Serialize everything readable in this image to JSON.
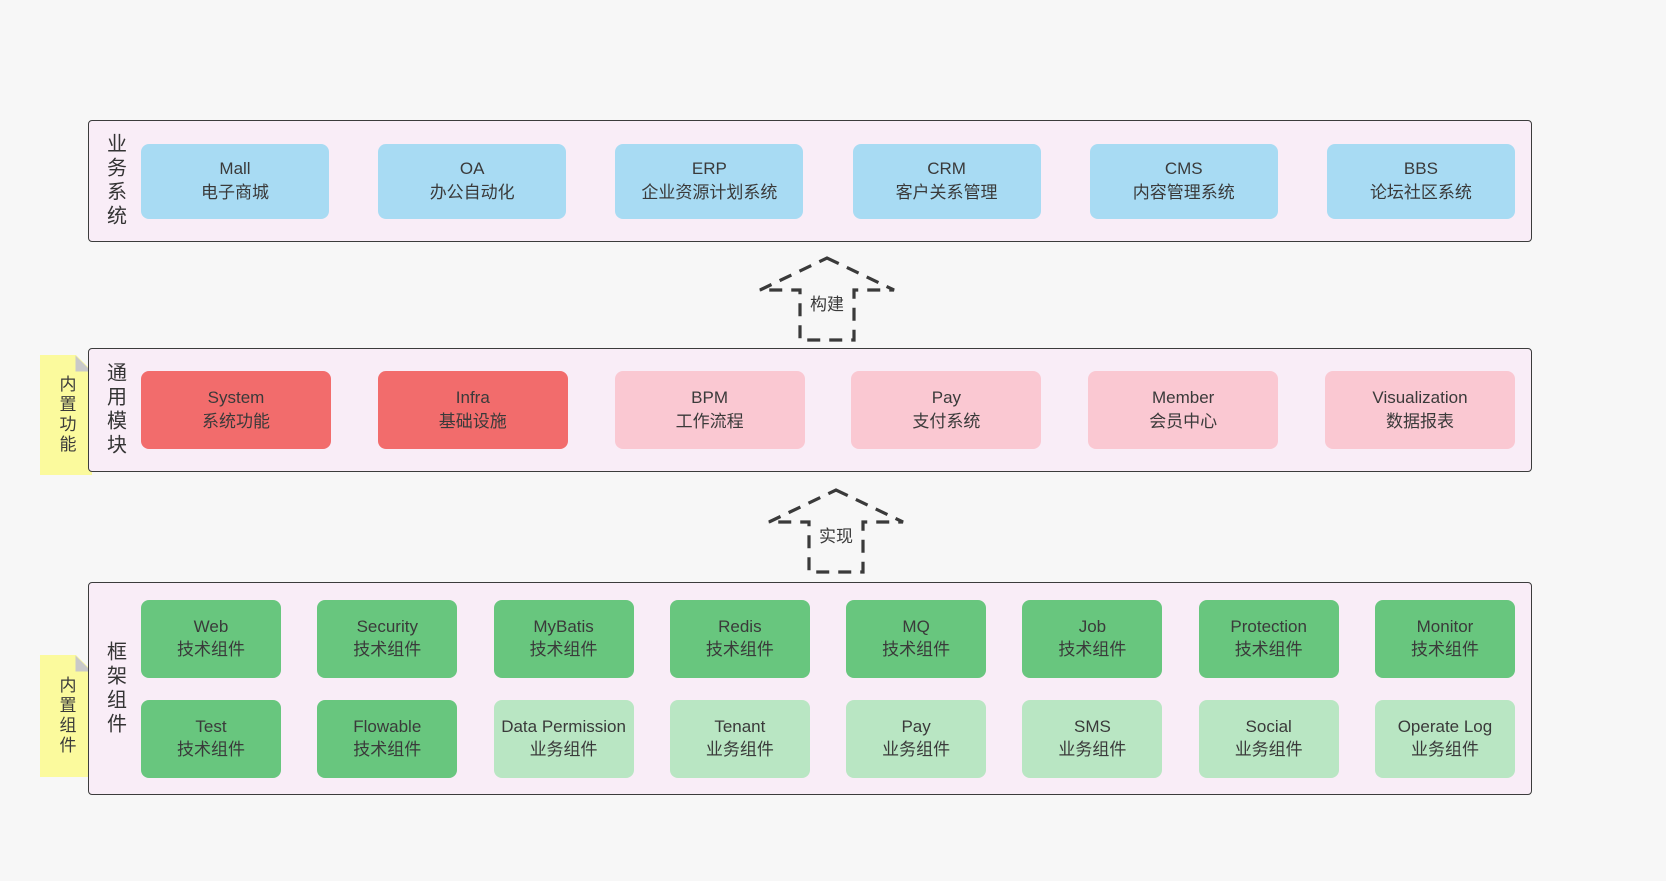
{
  "colors": {
    "page_bg": "#f7f7f7",
    "band_bg": "#f9edf7",
    "band_border": "#3c3c3c",
    "blue": "#a8dbf3",
    "red": "#f26c6c",
    "pink": "#fac8d2",
    "green": "#68c67e",
    "green_light": "#b9e6c3",
    "yellow": "#fbfa9d",
    "fold": "#c9c9c9",
    "text": "#3f3f3f"
  },
  "arrows": [
    {
      "label": "构建"
    },
    {
      "label": "实现"
    }
  ],
  "bands": {
    "business": {
      "label": "业务系统",
      "boxes": [
        {
          "title": "Mall",
          "subtitle": "电子商城",
          "variant": "blue"
        },
        {
          "title": "OA",
          "subtitle": "办公自动化",
          "variant": "blue"
        },
        {
          "title": "ERP",
          "subtitle": "企业资源计划系统",
          "variant": "blue"
        },
        {
          "title": "CRM",
          "subtitle": "客户关系管理",
          "variant": "blue"
        },
        {
          "title": "CMS",
          "subtitle": "内容管理系统",
          "variant": "blue"
        },
        {
          "title": "BBS",
          "subtitle": "论坛社区系统",
          "variant": "blue"
        }
      ]
    },
    "modules": {
      "label": "通用模块",
      "sticky": "内置功能",
      "boxes": [
        {
          "title": "System",
          "subtitle": "系统功能",
          "variant": "red"
        },
        {
          "title": "Infra",
          "subtitle": "基础设施",
          "variant": "red"
        },
        {
          "title": "BPM",
          "subtitle": "工作流程",
          "variant": "pink"
        },
        {
          "title": "Pay",
          "subtitle": "支付系统",
          "variant": "pink"
        },
        {
          "title": "Member",
          "subtitle": "会员中心",
          "variant": "pink"
        },
        {
          "title": "Visualization",
          "subtitle": "数据报表",
          "variant": "pink"
        }
      ]
    },
    "components": {
      "label": "框架组件",
      "sticky": "内置组件",
      "rows": [
        [
          {
            "title": "Web",
            "subtitle": "技术组件",
            "variant": "green"
          },
          {
            "title": "Security",
            "subtitle": "技术组件",
            "variant": "green"
          },
          {
            "title": "MyBatis",
            "subtitle": "技术组件",
            "variant": "green"
          },
          {
            "title": "Redis",
            "subtitle": "技术组件",
            "variant": "green"
          },
          {
            "title": "MQ",
            "subtitle": "技术组件",
            "variant": "green"
          },
          {
            "title": "Job",
            "subtitle": "技术组件",
            "variant": "green"
          },
          {
            "title": "Protection",
            "subtitle": "技术组件",
            "variant": "green"
          },
          {
            "title": "Monitor",
            "subtitle": "技术组件",
            "variant": "green"
          }
        ],
        [
          {
            "title": "Test",
            "subtitle": "技术组件",
            "variant": "green"
          },
          {
            "title": "Flowable",
            "subtitle": "技术组件",
            "variant": "green"
          },
          {
            "title": "Data Permission",
            "subtitle": "业务组件",
            "variant": "green_light"
          },
          {
            "title": "Tenant",
            "subtitle": "业务组件",
            "variant": "green_light"
          },
          {
            "title": "Pay",
            "subtitle": "业务组件",
            "variant": "green_light"
          },
          {
            "title": "SMS",
            "subtitle": "业务组件",
            "variant": "green_light"
          },
          {
            "title": "Social",
            "subtitle": "业务组件",
            "variant": "green_light"
          },
          {
            "title": "Operate Log",
            "subtitle": "业务组件",
            "variant": "green_light"
          }
        ]
      ]
    }
  }
}
